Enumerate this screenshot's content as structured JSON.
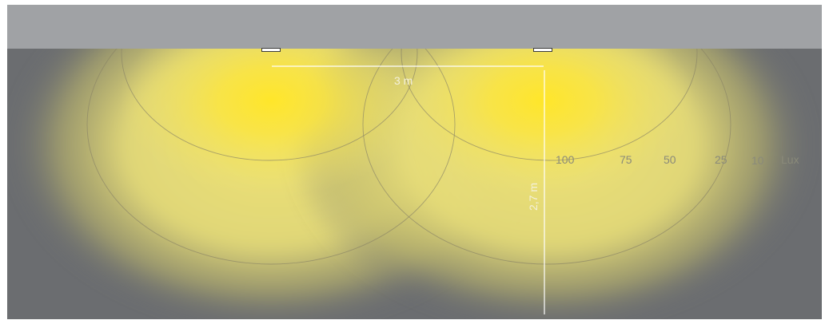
{
  "diagram": {
    "spacing_label": "3 m",
    "height_label": "2,7 m",
    "lux_values": [
      "100",
      "75",
      "50",
      "25",
      "10"
    ],
    "lux_unit": "Lux",
    "colors": {
      "ceiling": "#a0a2a5",
      "background": "#6b6d70",
      "light_core": "#ffe62a",
      "light_halo": "#e8df6e",
      "dimension_line": "#ffffff",
      "isolux_line": "#8a8566"
    }
  }
}
